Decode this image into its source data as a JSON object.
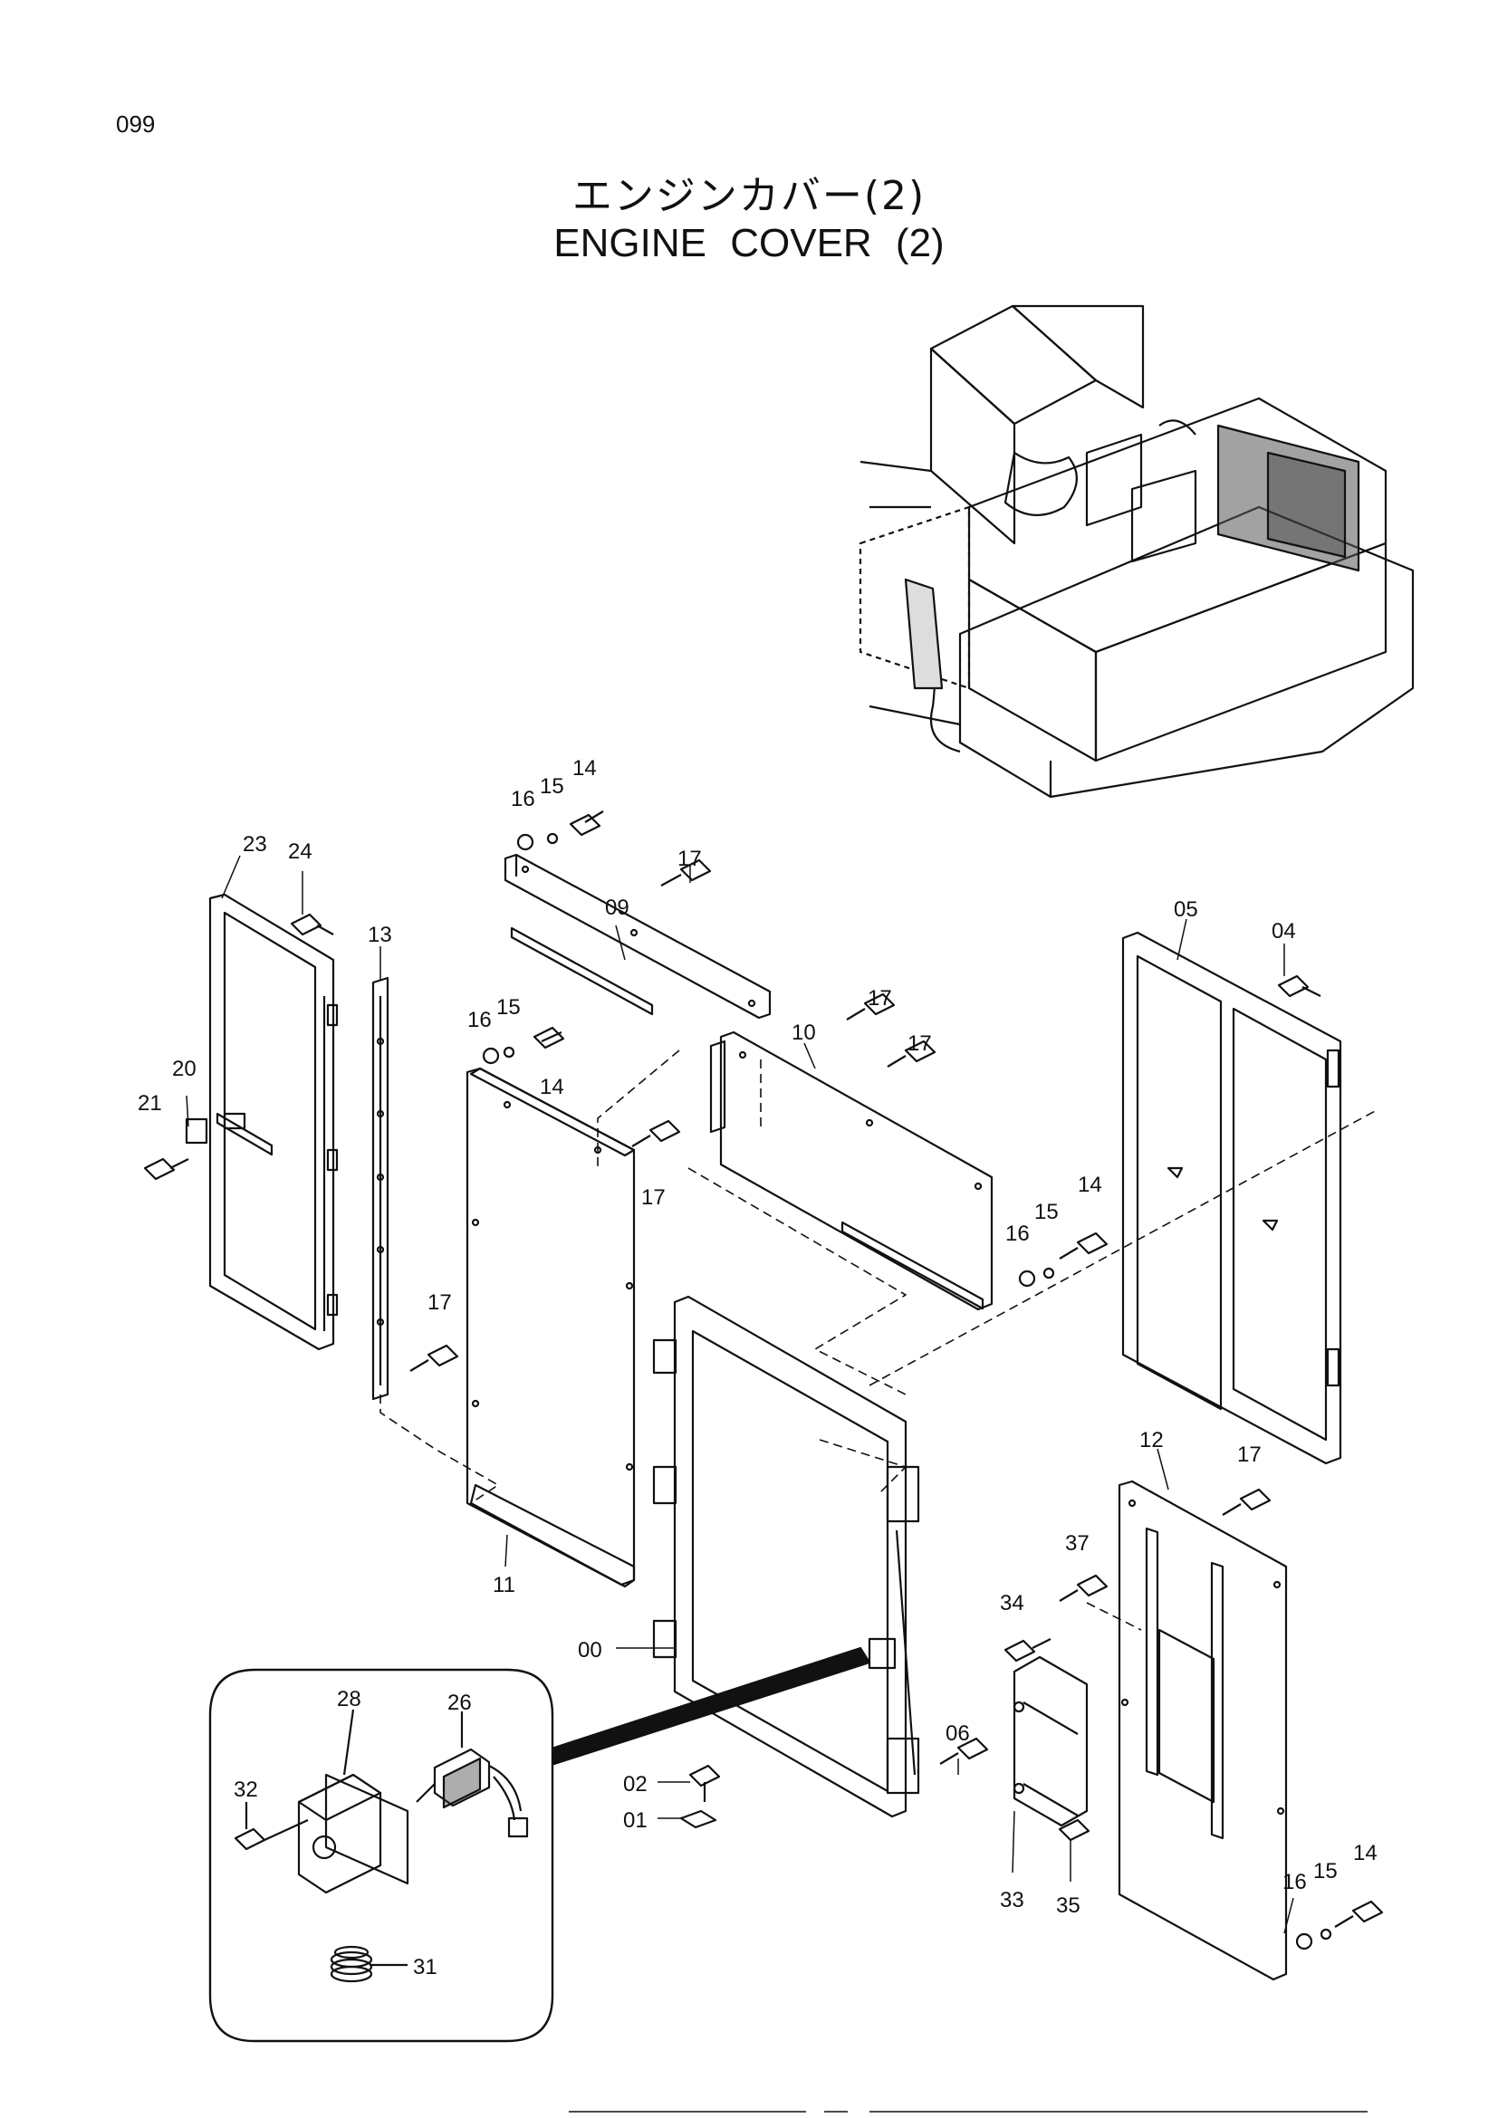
{
  "page_number": "099",
  "title_jp": "エンジンカバー(2)",
  "title_en": "ENGINE  COVER (2)",
  "callouts": {
    "c00": "00",
    "c01": "01",
    "c02": "02",
    "c04": "04",
    "c05": "05",
    "c06": "06",
    "c09": "09",
    "c10": "10",
    "c11": "11",
    "c12": "12",
    "c13": "13",
    "c14a": "14",
    "c14b": "14",
    "c14c": "14",
    "c14d": "14",
    "c15a": "15",
    "c15b": "15",
    "c15c": "15",
    "c15d": "15",
    "c16a": "16",
    "c16b": "16",
    "c16c": "16",
    "c16d": "16",
    "c17a": "17",
    "c17b": "17",
    "c17c": "17",
    "c17d": "17",
    "c17e": "17",
    "c17f": "17",
    "c20": "20",
    "c21": "21",
    "c23": "23",
    "c24": "24",
    "c26": "26",
    "c28": "28",
    "c31": "31",
    "c32": "32",
    "c33": "33",
    "c34": "34",
    "c35": "35",
    "c37": "37"
  }
}
